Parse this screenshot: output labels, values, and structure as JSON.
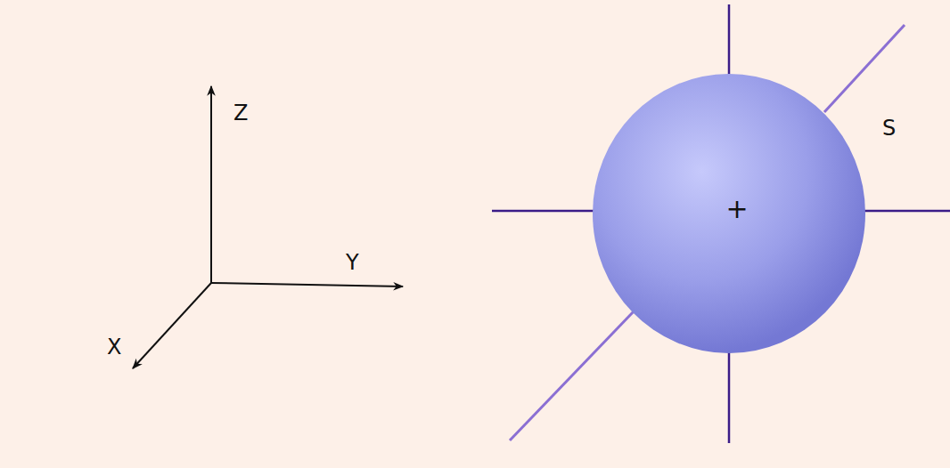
{
  "diagram": {
    "nodes": [
      {
        "text": [
          "+"
        ]
      }
    ],
    "labels": [
      "Z",
      "Y",
      "X",
      "S"
    ]
  }
}
